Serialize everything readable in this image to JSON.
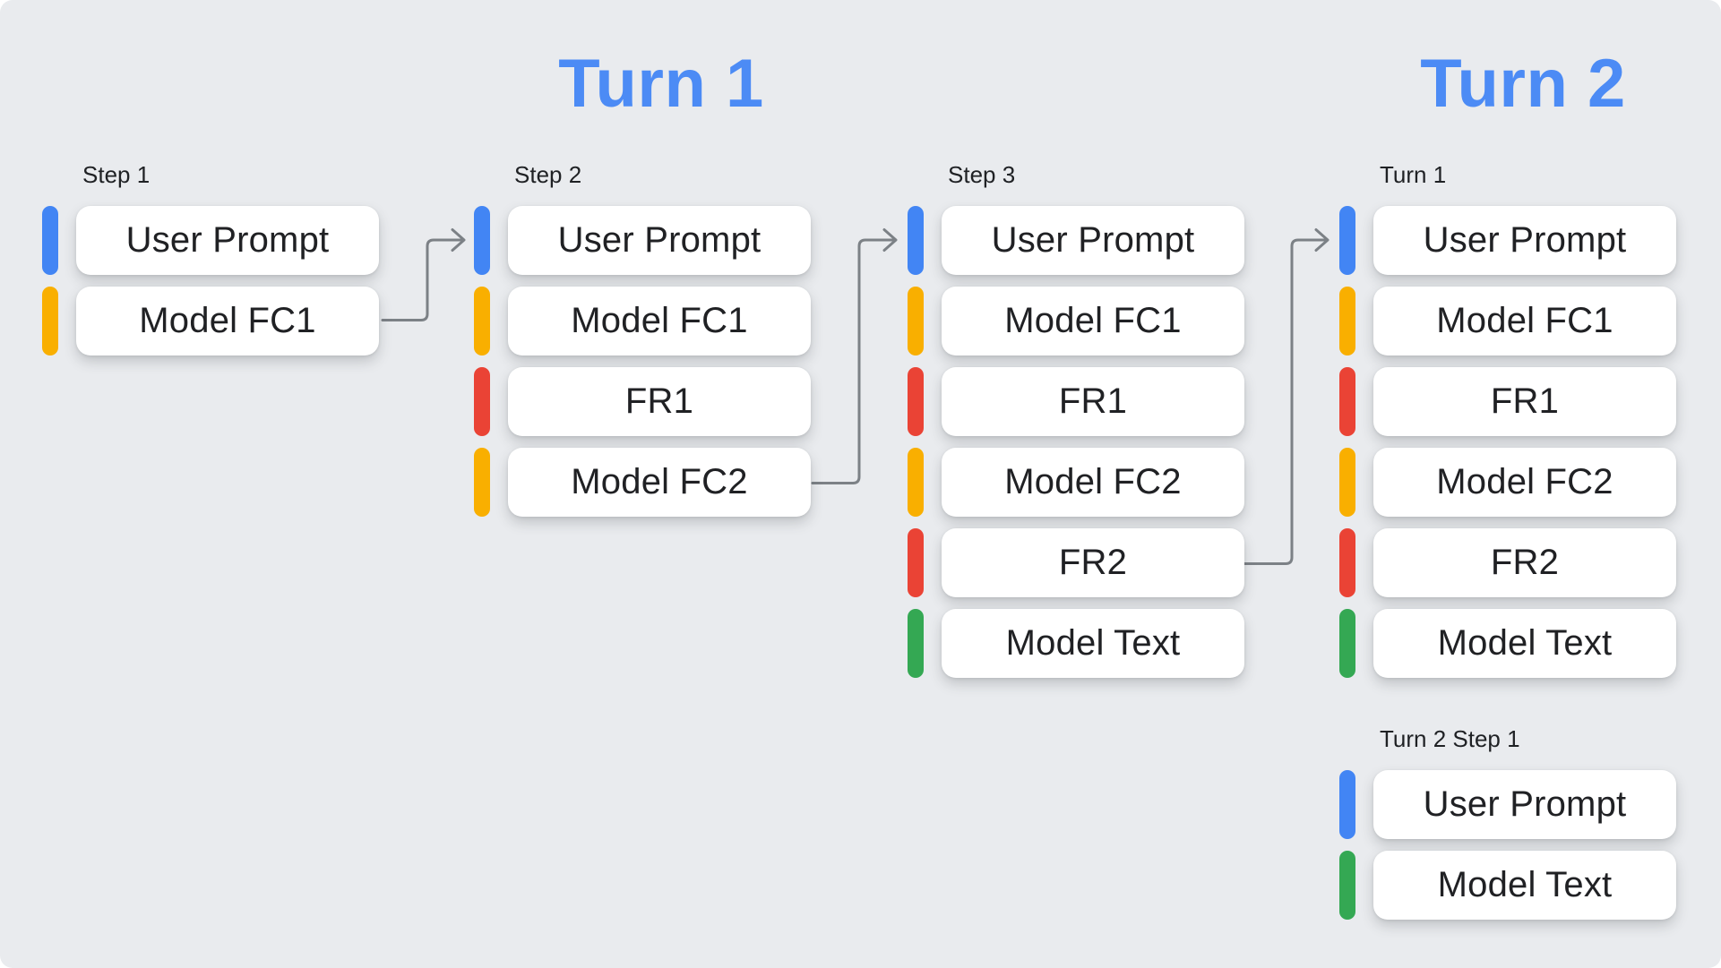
{
  "headers": {
    "turn1": "Turn 1",
    "turn2": "Turn 2"
  },
  "palette": {
    "user_prompt": "#4285F4",
    "model_fc": "#F9AF00",
    "function_response": "#EA4335",
    "model_text": "#34A853"
  },
  "header_color": "#4C8BF5",
  "background_color": "#E9EBEE",
  "arrow_color": "#7C8186",
  "columns": [
    {
      "label": "Step 1",
      "items": [
        {
          "label": "User Prompt",
          "type": "user_prompt"
        },
        {
          "label": "Model FC1",
          "type": "model_fc"
        }
      ]
    },
    {
      "label": "Step 2",
      "items": [
        {
          "label": "User Prompt",
          "type": "user_prompt"
        },
        {
          "label": "Model FC1",
          "type": "model_fc"
        },
        {
          "label": "FR1",
          "type": "function_response"
        },
        {
          "label": "Model FC2",
          "type": "model_fc"
        }
      ]
    },
    {
      "label": "Step 3",
      "items": [
        {
          "label": "User Prompt",
          "type": "user_prompt"
        },
        {
          "label": "Model FC1",
          "type": "model_fc"
        },
        {
          "label": "FR1",
          "type": "function_response"
        },
        {
          "label": "Model FC2",
          "type": "model_fc"
        },
        {
          "label": "FR2",
          "type": "function_response"
        },
        {
          "label": "Model Text",
          "type": "model_text"
        }
      ]
    },
    {
      "label": "Turn 1",
      "items": [
        {
          "label": "User Prompt",
          "type": "user_prompt"
        },
        {
          "label": "Model FC1",
          "type": "model_fc"
        },
        {
          "label": "FR1",
          "type": "function_response"
        },
        {
          "label": "Model FC2",
          "type": "model_fc"
        },
        {
          "label": "FR2",
          "type": "function_response"
        },
        {
          "label": "Model Text",
          "type": "model_text"
        }
      ]
    },
    {
      "label": "Turn 2 Step 1",
      "items": [
        {
          "label": "User Prompt",
          "type": "user_prompt"
        },
        {
          "label": "Model Text",
          "type": "model_text"
        }
      ]
    }
  ],
  "arrows": [
    {
      "from": "step-1-model-fc1",
      "to": "step-2-user-prompt"
    },
    {
      "from": "step-2-model-fc2",
      "to": "step-3-user-prompt"
    },
    {
      "from": "step-3-fr2",
      "to": "turn-1-user-prompt"
    }
  ]
}
